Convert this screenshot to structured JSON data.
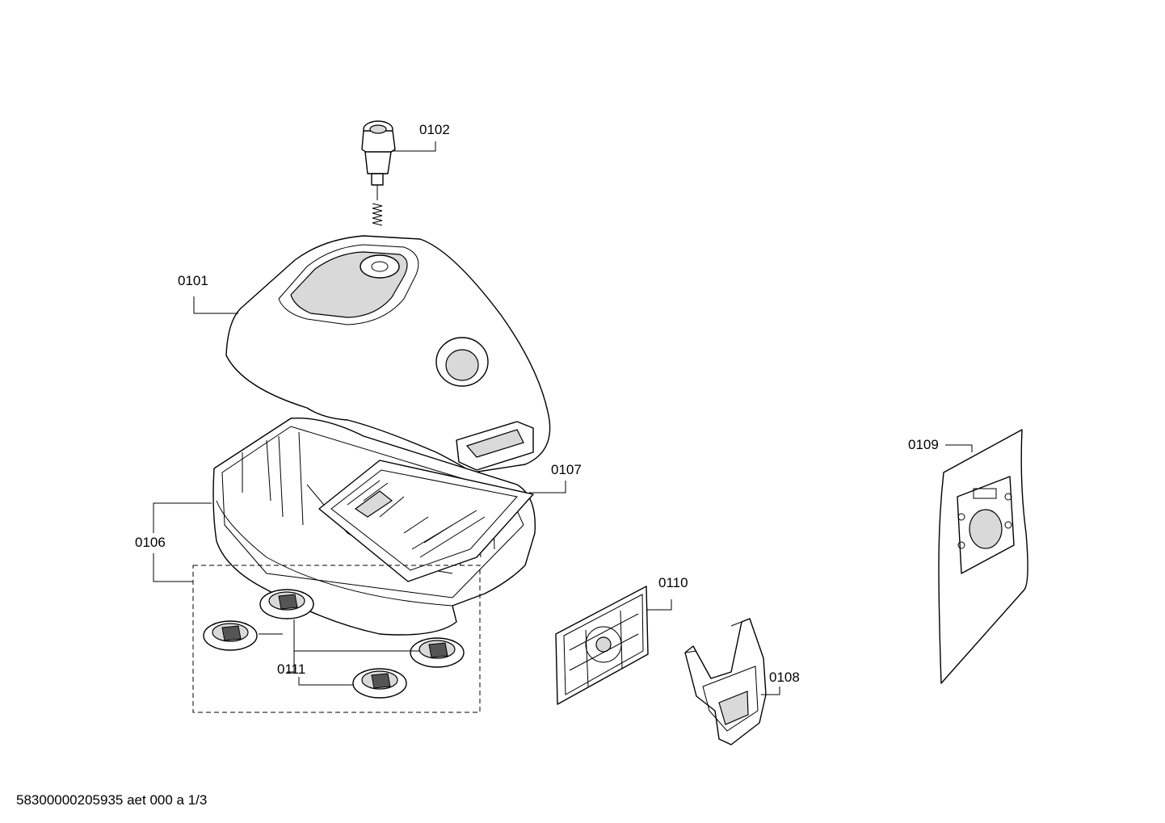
{
  "diagram": {
    "labels": {
      "p0101": "0101",
      "p0102": "0102",
      "p0106": "0106",
      "p0107": "0107",
      "p0108": "0108",
      "p0109": "0109",
      "p0110": "0110",
      "p0111": "0111"
    },
    "footer": "58300000205935 aet 000 a 1/3"
  }
}
